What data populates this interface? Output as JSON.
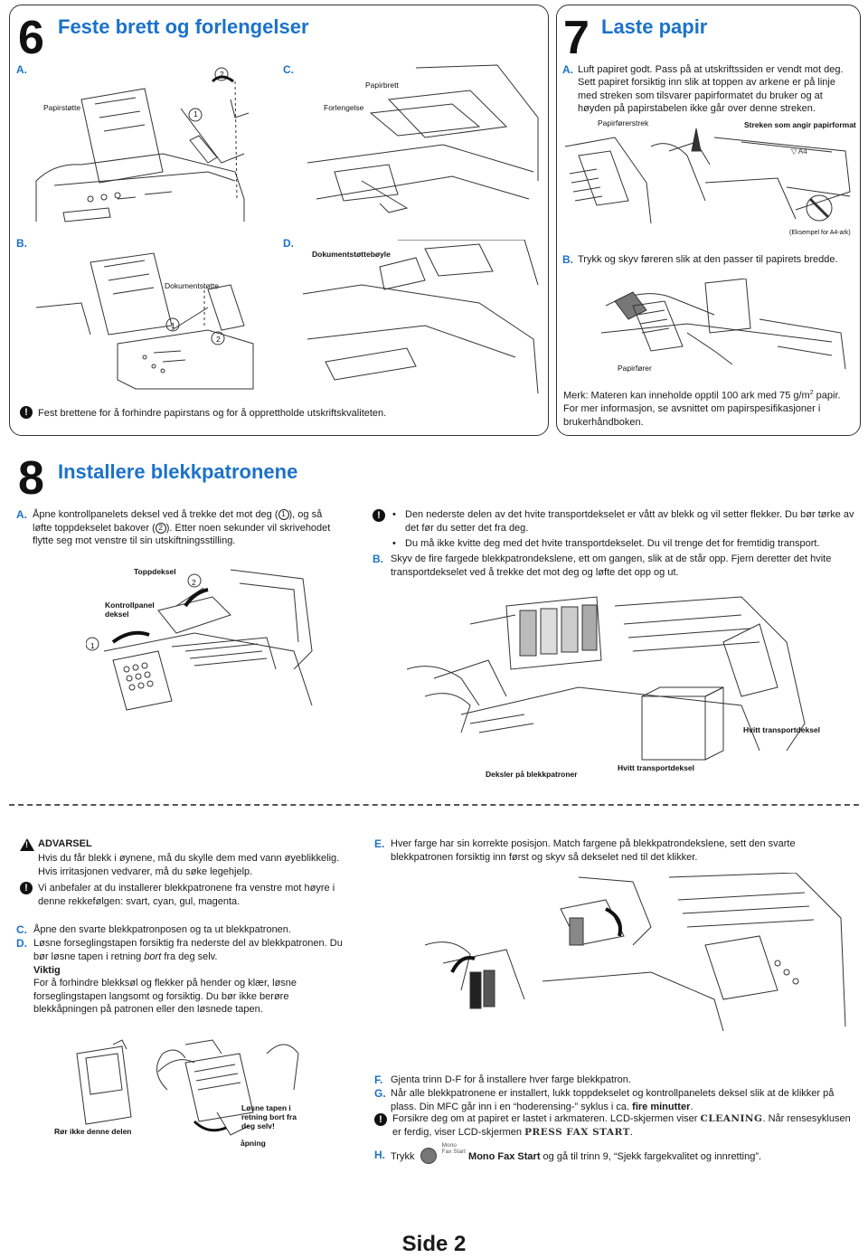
{
  "section6": {
    "number": "6",
    "title": "Feste brett og forlengelser",
    "stepA": "A.",
    "stepB": "B.",
    "stepC": "C.",
    "stepD": "D.",
    "labels": {
      "papirstotte": "Papirstøtte",
      "one": "1",
      "two": "2",
      "papirbrett": "Papirbrett",
      "forlengelse": "Forlengelse",
      "dokumentstottebøyle": "Dokumentstøttebøyle",
      "dokumentstotte": "Dokumentstøtte"
    },
    "note": "Fest brettene for å forhindre papirstans og for å opprettholde utskriftskvaliteten."
  },
  "section7": {
    "number": "7",
    "title": "Laste papir",
    "stepA": "A.",
    "textA_line1": "Luft papiret godt. Pass på at utskriftssiden er vendt mot deg.",
    "textA_rest": "Sett papiret forsiktig inn slik at toppen av arkene er på linje med streken som tilsvarer papirformatet du bruker og at høyden på papirstabelen ikke går over denne streken.",
    "labels": {
      "papirforerstrek": "Papirførerstrek",
      "streken": "Streken som angir papirformat",
      "eksempel": "(Eksempel for A4-ark)",
      "papirforer": "Papirfører"
    },
    "stepB": "B.",
    "textB": "Trykk og skyv føreren slik at den passer til papirets bredde.",
    "merk_prefix": "Merk: Materen kan inneholde opptil 100 ark med 75 g/m",
    "merk_sup": "2",
    "merk_suffix": " papir.",
    "merk_rest": "For mer informasjon, se avsnittet om papirspesifikasjoner i brukerhåndboken."
  },
  "section8": {
    "number": "8",
    "title": "Installere blekkpatronene",
    "stepA": "A.",
    "textA_1": "Åpne kontrollpanelets deksel ved å trekke det mot deg (",
    "textA_c1": "1",
    "textA_2": "), og så løfte toppdekselet bakover (",
    "textA_c2": "2",
    "textA_3": "). Etter noen sekunder vil skrivehodet flytte seg mot venstre til sin utskiftningsstilling.",
    "labels": {
      "toppdeksel": "Toppdeksel",
      "two": "2",
      "one": "1",
      "kontrollpanel": "Kontrollpanel",
      "deksel": "deksel",
      "hvitt1": "Hvitt transportdeksel",
      "hvitt2": "Hvitt transportdeksel",
      "deksler": "Deksler på blekkpatroner",
      "ror": "Rør ikke denne delen",
      "losne": "Løsne tapen i retning bort fra deg selv!",
      "apning": "åpning"
    },
    "bullets": [
      "Den nederste delen av det hvite transportdekselet er vått av blekk og vil setter flekker. Du bør tørke av det før du setter det fra deg.",
      "Du må ikke kvitte deg med det hvite transportdekselet. Du vil trenge det for fremtidig transport."
    ],
    "stepB": "B.",
    "textB": "Skyv de fire fargede blekkpatrondekslene, ett om gangen, slik at de står opp. Fjern deretter det hvite transportdekselet ved å trekke det mot deg og løfte det opp og ut.",
    "advarsel_title": "ADVARSEL",
    "advarsel_text": "Hvis du får blekk i øynene, må du skylle dem med vann øyeblikkelig. Hvis irritasjonen vedvarer, må du søke legehjelp.",
    "anbefal": "Vi anbefaler at du installerer blekkpatronene fra venstre mot høyre i denne rekkefølgen: svart, cyan, gul, magenta.",
    "stepC": "C.",
    "textC": "Åpne den svarte blekkpatronposen og ta ut blekkpatronen.",
    "stepD": "D.",
    "textD": "Løsne forseglingstapen forsiktig fra nederste del av blekkpatronen. Du bør løsne tapen i retning ",
    "textD_em": "bort",
    "textD_end": " fra deg selv.",
    "viktig_title": "Viktig",
    "viktig_text": "For å forhindre blekksøl og flekker på hender og klær, løsne forseglingstapen langsomt og forsiktig. Du bør ikke berøre blekkåpningen på patronen eller den løsnede tapen.",
    "stepE": "E.",
    "textE": "Hver farge har sin korrekte posisjon. Match fargene på blekkpatrondekslene, sett den svarte blekkpatronen forsiktig inn først og skyv så dekselet ned til det klikker.",
    "stepF": "F.",
    "textF": "Gjenta trinn D-F for å installere hver farge blekkpatron.",
    "stepG": "G.",
    "textG": "Når alle blekkpatronene er installert, lukk toppdekselet og kontrollpanelets deksel slik at de klikker på plass. Din MFC går inn i en “hoderensing-” syklus i ca. ",
    "textG_bold": "fire minutter",
    "textG_end": ".",
    "forsikre_1": "Forsikre deg om at papiret er lastet i arkmateren. LCD-skjermen viser ",
    "lcd_cleaning": "CLEANING",
    "forsikre_2": ". Når rensesyklusen er ferdig, viser LCD-skjermen ",
    "lcd_press": "PRESS FAX START",
    "forsikre_3": ".",
    "stepH": "H.",
    "textH_1": "Trykk",
    "mono_label1": "Mono",
    "mono_label2": "Fax Start",
    "textH_bold": "Mono Fax Start",
    "textH_2": " og gå til trinn 9, “Sjekk fargekvalitet og innretting”."
  },
  "footer": "Side 2"
}
